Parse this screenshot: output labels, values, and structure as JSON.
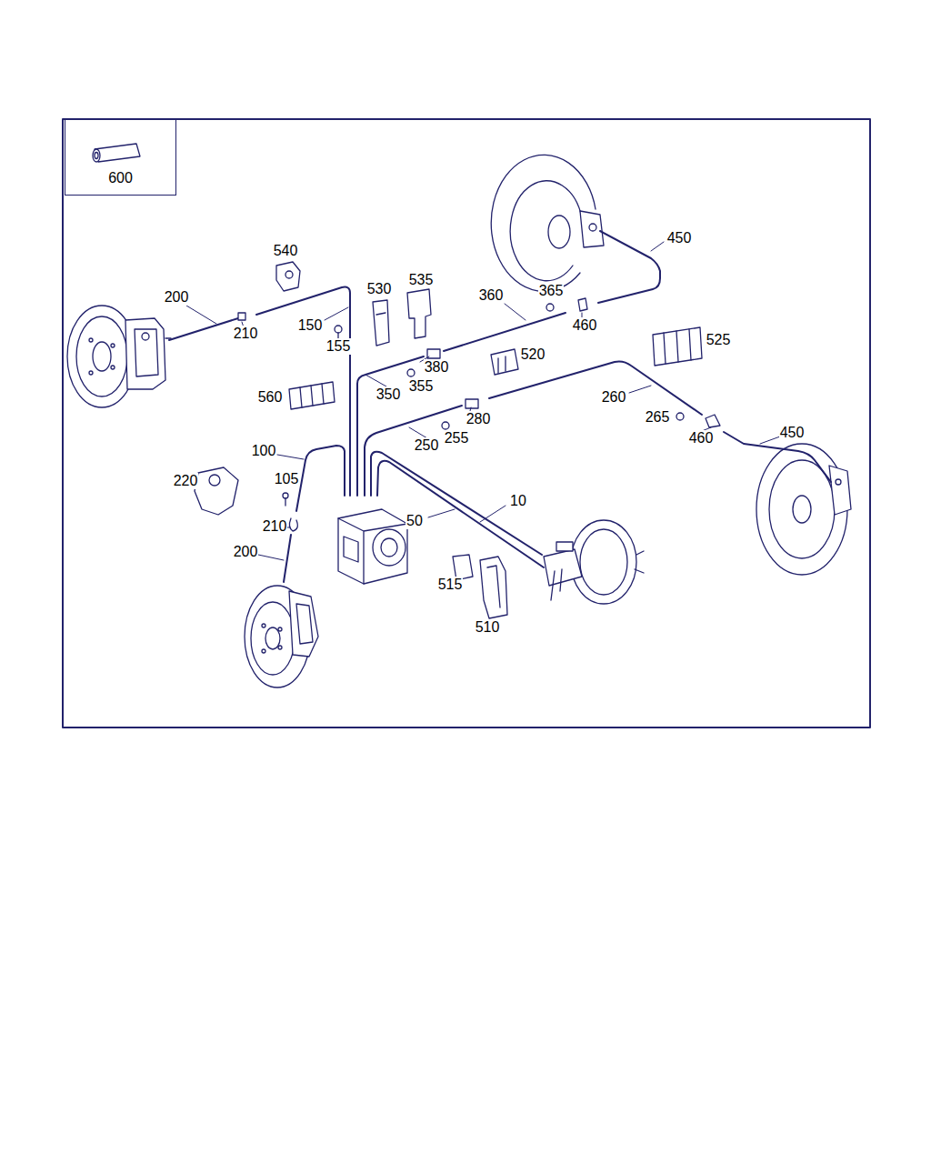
{
  "diagram": {
    "nodes": [
      {
        "text": [
          "600"
        ]
      }
    ],
    "labels": [
      "540",
      "530",
      "535",
      "200",
      "360",
      "365",
      "450",
      "210",
      "150",
      "155",
      "460",
      "525",
      "520",
      "380",
      "355",
      "350",
      "560",
      "260",
      "265",
      "280",
      "255",
      "250",
      "460",
      "450",
      "100",
      "105",
      "220",
      "10",
      "50",
      "210",
      "200",
      "515",
      "510"
    ]
  }
}
